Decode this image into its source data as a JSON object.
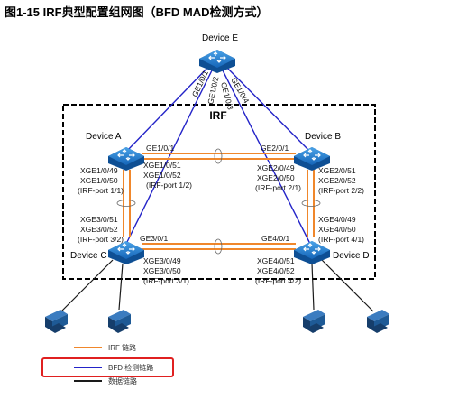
{
  "title": "图1-15 IRF典型配置组网图（BFD MAD检测方式）",
  "irf_label": "IRF",
  "colors": {
    "irf_link": "#f0872b",
    "bfd_link": "#2323c8",
    "data_link": "#1a1a1a",
    "device": "#1976c8",
    "pc": "#1e4f86",
    "highlight": "#e02020"
  },
  "devices": {
    "e": {
      "name": "Device E"
    },
    "a": {
      "name": "Device A"
    },
    "b": {
      "name": "Device B"
    },
    "c": {
      "name": "Device C"
    },
    "d": {
      "name": "Device D"
    }
  },
  "ports": {
    "e_ge1": "GE1/0/1",
    "e_ge2": "GE1/0/2",
    "e_ge3": "GE1/0/3",
    "e_ge4": "GE1/0/4",
    "a_ge": "GE1/0/1",
    "a_left": [
      "XGE1/0/49",
      "XGE1/0/50",
      "(IRF-port 1/1)"
    ],
    "a_right": [
      "XGE1/0/51",
      "XGE1/0/52",
      "(IRF-port 1/2)"
    ],
    "b_ge": "GE2/0/1",
    "b_left": [
      "XGE2/0/49",
      "XGE2/0/50",
      "(IRF-port 2/1)"
    ],
    "b_right": [
      "XGE2/0/51",
      "XGE2/0/52",
      "(IRF-port 2/2)"
    ],
    "c_ge": "GE3/0/1",
    "c_top": [
      "XGE3/0/51",
      "XGE3/0/52",
      "(IRF-port 3/2)"
    ],
    "c_bottom": [
      "XGE3/0/49",
      "XGE3/0/50",
      "(IRF-port 3/1)"
    ],
    "d_ge": "GE4/0/1",
    "d_top": [
      "XGE4/0/49",
      "XGE4/0/50",
      "(IRF-port 4/1)"
    ],
    "d_bottom": [
      "XGE4/0/51",
      "XGE4/0/52",
      "(IRF-port 4/2)"
    ]
  },
  "legend": [
    {
      "label": "IRF 链路",
      "style": "irf_link"
    },
    {
      "label": "BFD 检测链路",
      "style": "bfd_link"
    },
    {
      "label": "数据链路",
      "style": "data_link"
    }
  ]
}
